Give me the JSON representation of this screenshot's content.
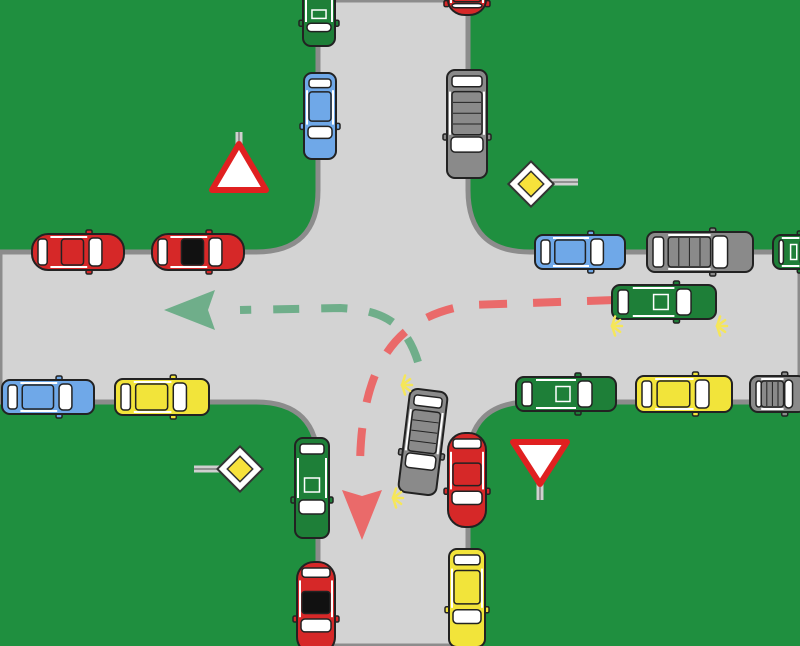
{
  "scene": {
    "colors": {
      "grass": "#1f8f3f",
      "road": "#d3d3d3",
      "curb": "#8c8c8c",
      "outline": "#222222",
      "window": "#ffffff",
      "signal": "#f5e65a",
      "path_red": "#ea6a6a",
      "path_green": "#6fae8a"
    },
    "car_palette": {
      "red": "#d62828",
      "blue": "#6fa8e8",
      "green": "#1e7f38",
      "gray": "#8a8a8a",
      "yellow": "#f2e43a"
    },
    "cars": [
      {
        "name": "car-north-lane-green-top",
        "color": "green"
      },
      {
        "name": "car-north-lane-blue",
        "color": "blue"
      },
      {
        "name": "car-north-lane-red-top",
        "color": "red"
      },
      {
        "name": "car-north-lane-gray",
        "color": "gray"
      },
      {
        "name": "car-west-lane-red-1",
        "color": "red"
      },
      {
        "name": "car-west-lane-red-2",
        "color": "red"
      },
      {
        "name": "car-east-lane-blue",
        "color": "blue"
      },
      {
        "name": "car-east-lane-gray",
        "color": "gray"
      },
      {
        "name": "car-east-lane-green-edge",
        "color": "green"
      },
      {
        "name": "car-east-turning-green-van",
        "color": "green"
      },
      {
        "name": "car-west-lane-blue",
        "color": "blue"
      },
      {
        "name": "car-west-lane-yellow",
        "color": "yellow"
      },
      {
        "name": "car-east-lane-green-van",
        "color": "green"
      },
      {
        "name": "car-east-lane-yellow",
        "color": "yellow"
      },
      {
        "name": "car-east-lane-gray-edge",
        "color": "gray"
      },
      {
        "name": "car-south-lane-green-van",
        "color": "green"
      },
      {
        "name": "car-south-lane-red",
        "color": "red"
      },
      {
        "name": "car-south-turning-gray",
        "color": "gray"
      },
      {
        "name": "car-south-lane-red-2",
        "color": "red"
      },
      {
        "name": "car-south-lane-yellow",
        "color": "yellow"
      }
    ],
    "signs": [
      {
        "name": "warning-triangle-sign-icon",
        "type": "give-way-warning"
      },
      {
        "name": "priority-road-sign-icon",
        "type": "priority-road"
      },
      {
        "name": "priority-road-sign-icon-2",
        "type": "priority-road"
      },
      {
        "name": "yield-sign-icon",
        "type": "yield"
      }
    ],
    "paths": [
      {
        "name": "green-turn-left-path",
        "color": "path_green"
      },
      {
        "name": "red-turn-path",
        "color": "path_red"
      }
    ]
  }
}
